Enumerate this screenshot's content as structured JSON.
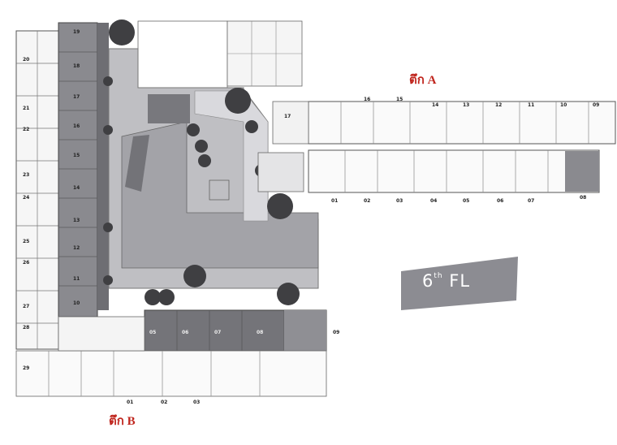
{
  "labels": {
    "building_a": "ตึก A",
    "building_b": "ตึก B",
    "floor_number": "6",
    "floor_suffix": "th",
    "floor_text": "FL"
  },
  "units": {
    "building_b_left_column": [
      "20",
      "21",
      "22",
      "23",
      "24",
      "25",
      "26",
      "27",
      "28",
      "29"
    ],
    "building_b_inner_column": [
      "19",
      "18",
      "17",
      "16",
      "15",
      "14",
      "13",
      "12",
      "11",
      "10"
    ],
    "building_a_top_row": [
      "16",
      "15",
      "14",
      "13",
      "12",
      "11",
      "10",
      "09"
    ],
    "building_a_bottom_row": [
      "01",
      "02",
      "03",
      "04",
      "05",
      "06",
      "07",
      "08"
    ],
    "building_a_other": [
      "17"
    ],
    "building_b_bottom_row": [
      "01",
      "02",
      "03"
    ],
    "building_b_bottom_block": [
      "05",
      "06",
      "07",
      "08",
      "09"
    ]
  },
  "colors": {
    "building_label": "#c0261e",
    "badge": "#8c8c92",
    "dark_block": "#737378",
    "mid_gray": "#a9a9ae",
    "light_gray": "#cfcfd3"
  }
}
